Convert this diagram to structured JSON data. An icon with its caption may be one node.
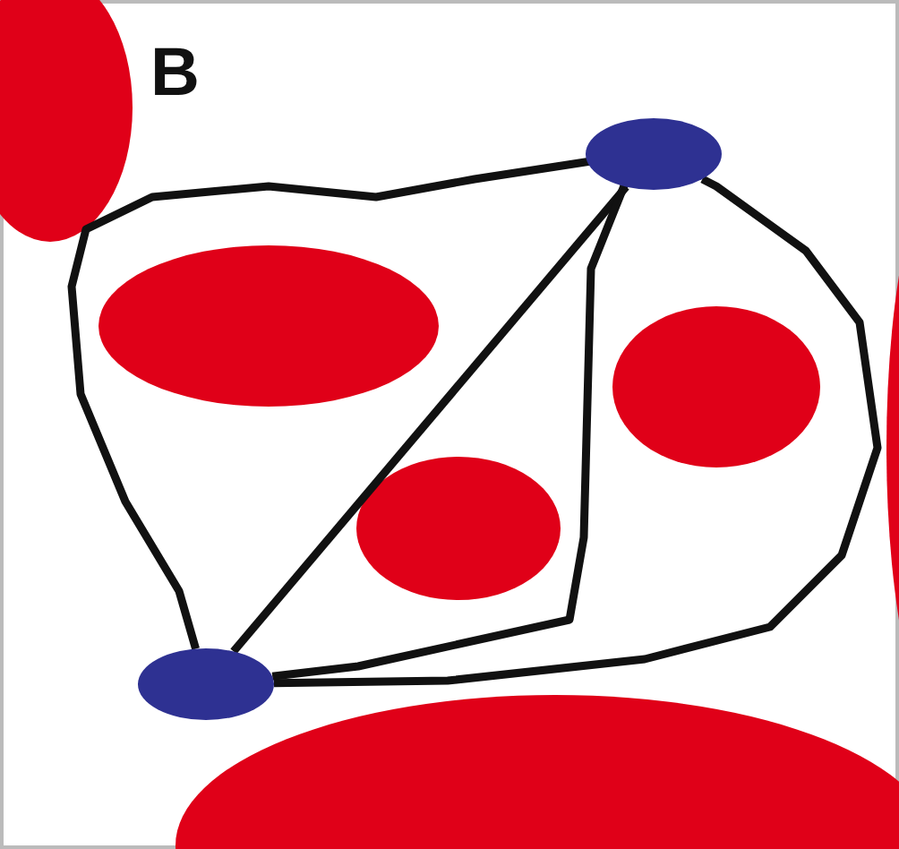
{
  "diagram": {
    "nodes": [
      {
        "text": [],
        "shape": "ellipse"
      },
      {
        "text": [],
        "shape": "ellipse"
      }
    ],
    "edges": [
      {
        "from": 1,
        "to": 0,
        "arrow": "none"
      },
      {
        "from": 1,
        "to": 0,
        "arrow": "none"
      },
      {
        "from": 1,
        "to": 0,
        "arrow": "none"
      },
      {
        "from": 1,
        "to": 0,
        "arrow": "none"
      }
    ],
    "labels": [
      "B"
    ]
  }
}
